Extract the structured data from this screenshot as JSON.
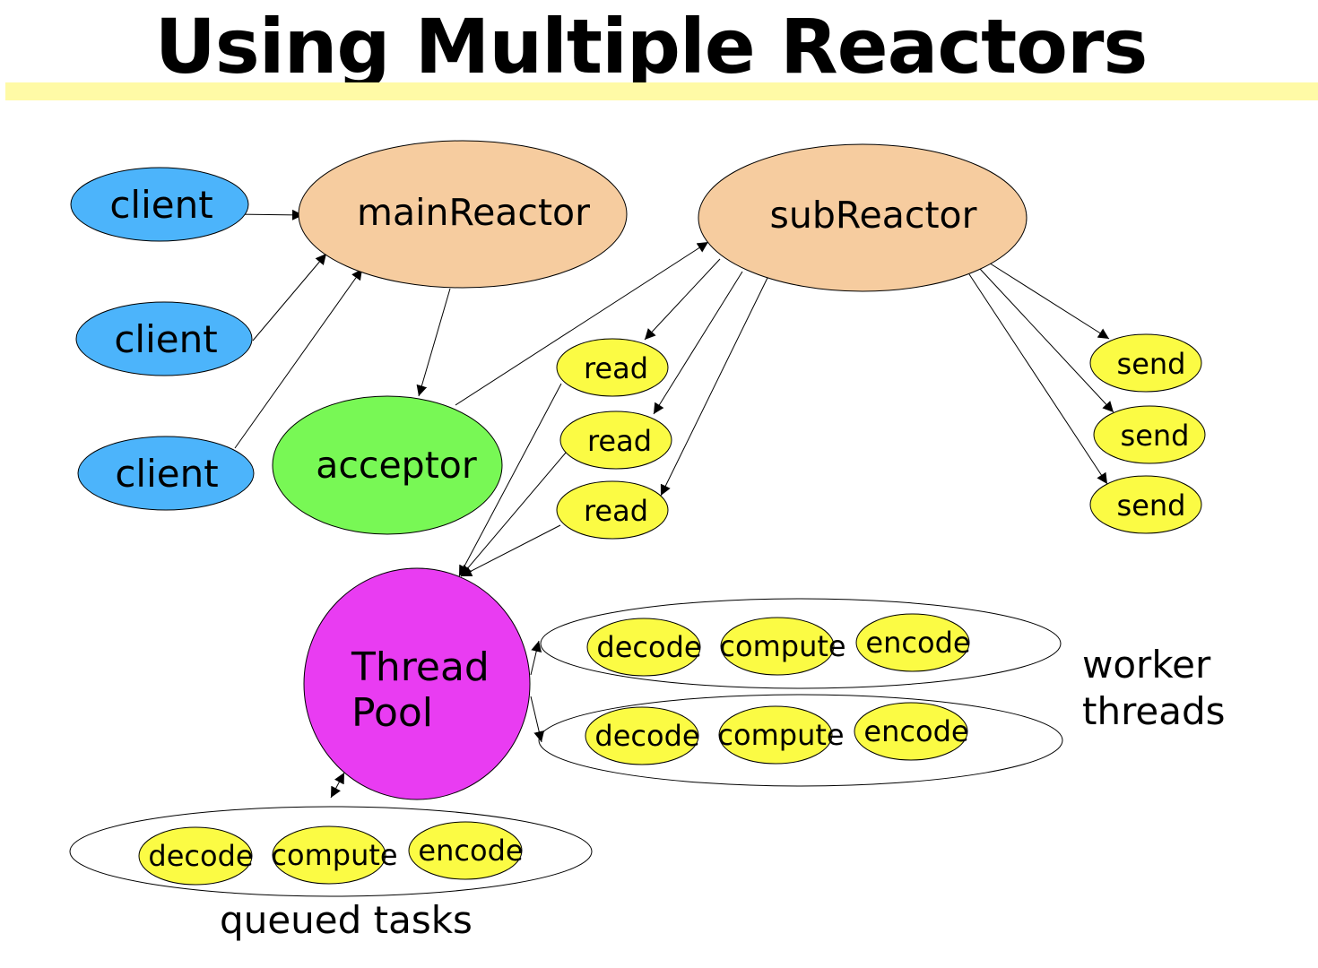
{
  "title": "Using Multiple Reactors",
  "colors": {
    "client": "#4cb4fb",
    "reactor": "#f6cc9f",
    "acceptor": "#78f855",
    "thread_pool": "#e93cf2",
    "task": "#fbfb44",
    "title_bar": "#fffaa6"
  },
  "nodes": {
    "clients": [
      "client",
      "client",
      "client"
    ],
    "main_reactor": "mainReactor",
    "sub_reactor": "subReactor",
    "acceptor": "acceptor",
    "reads": [
      "read",
      "read",
      "read"
    ],
    "sends": [
      "send",
      "send",
      "send"
    ],
    "thread_pool": [
      "Thread",
      "Pool"
    ]
  },
  "worker_threads": {
    "label": [
      "worker",
      "threads"
    ],
    "rows": [
      [
        "decode",
        "compute",
        "encode"
      ],
      [
        "decode",
        "compute",
        "encode"
      ]
    ]
  },
  "queued_tasks": {
    "label": "queued tasks",
    "tasks": [
      "decode",
      "compute",
      "encode"
    ]
  }
}
